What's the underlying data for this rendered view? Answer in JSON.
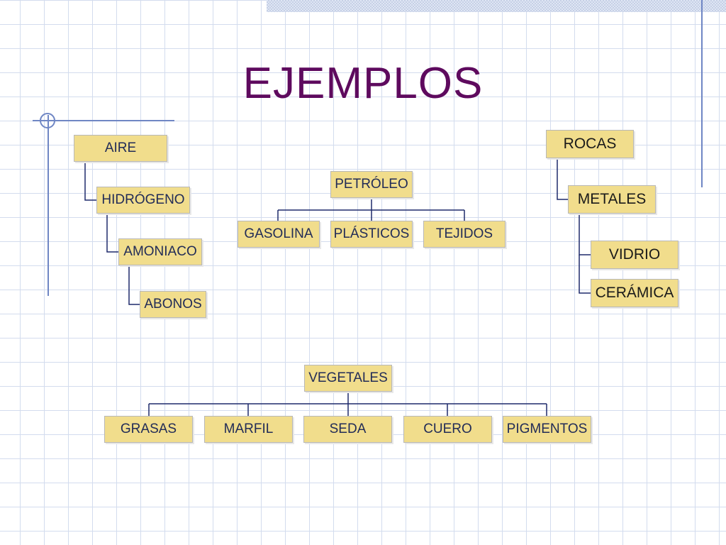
{
  "slide": {
    "title": "EJEMPLOS"
  },
  "colors": {
    "title": "#5e0a5e",
    "node_fill": "#f1dd8c",
    "connector": "#1f2a6b",
    "grid": "#d3dcee"
  },
  "diagram": {
    "aire_chain": {
      "aire": "AIRE",
      "hidrogeno": "HIDRÓGENO",
      "amoniaco": "AMONIACO",
      "abonos": "ABONOS"
    },
    "petroleo": {
      "root": "PETRÓLEO",
      "children": [
        "GASOLINA",
        "PLÁSTICOS",
        "TEJIDOS"
      ]
    },
    "rocas_chain": {
      "rocas": "ROCAS",
      "metales": "METALES",
      "children": [
        "VIDRIO",
        "CERÁMICA"
      ]
    },
    "vegetales": {
      "root": "VEGETALES",
      "children": [
        "GRASAS",
        "MARFIL",
        "SEDA",
        "CUERO",
        "PIGMENTOS"
      ]
    }
  }
}
